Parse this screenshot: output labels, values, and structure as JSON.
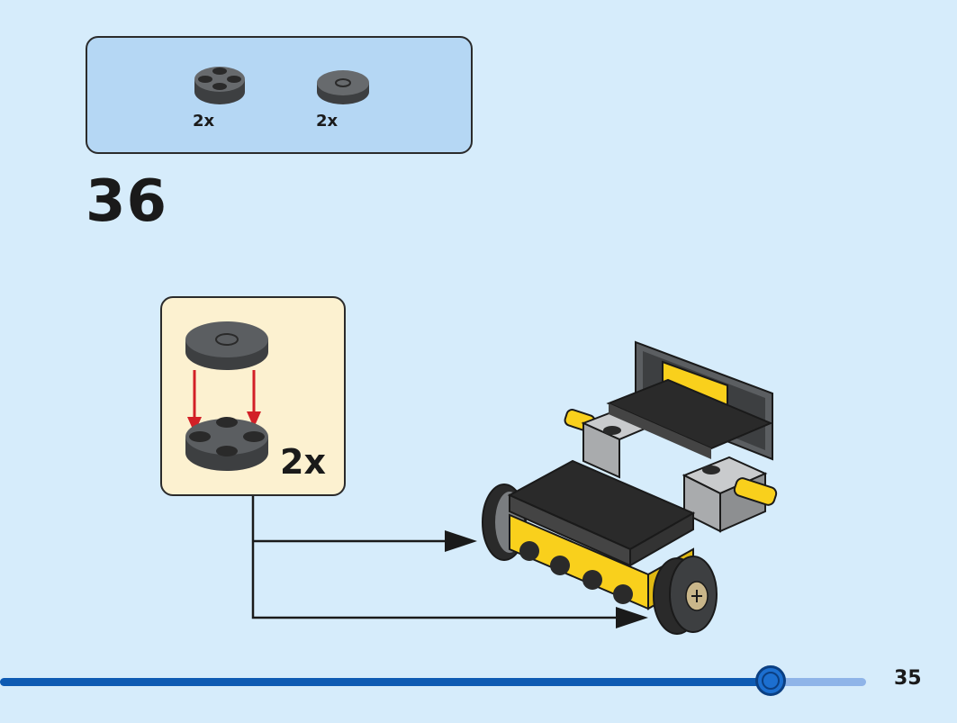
{
  "parts_list": {
    "items": [
      {
        "icon": "round-plate-2x2-with-studs-icon",
        "qty": "2x",
        "color": "#5b5e61"
      },
      {
        "icon": "round-tile-2x2-icon",
        "qty": "2x",
        "color": "#5b5e61"
      }
    ]
  },
  "step": {
    "number": "36"
  },
  "sub_assembly": {
    "qty": "2x"
  },
  "progress": {
    "fraction": 0.89
  },
  "page": {
    "number": "35"
  },
  "colors": {
    "background": "#d6ecfb",
    "parts_box": "#b5d7f4",
    "sub_box": "#fcf1d0",
    "arrow_red": "#d22027",
    "brick_yellow": "#f9d01c",
    "brick_black": "#2a2a2a",
    "brick_grey": "#a9abad",
    "progress_fill": "#0e5bb3"
  }
}
